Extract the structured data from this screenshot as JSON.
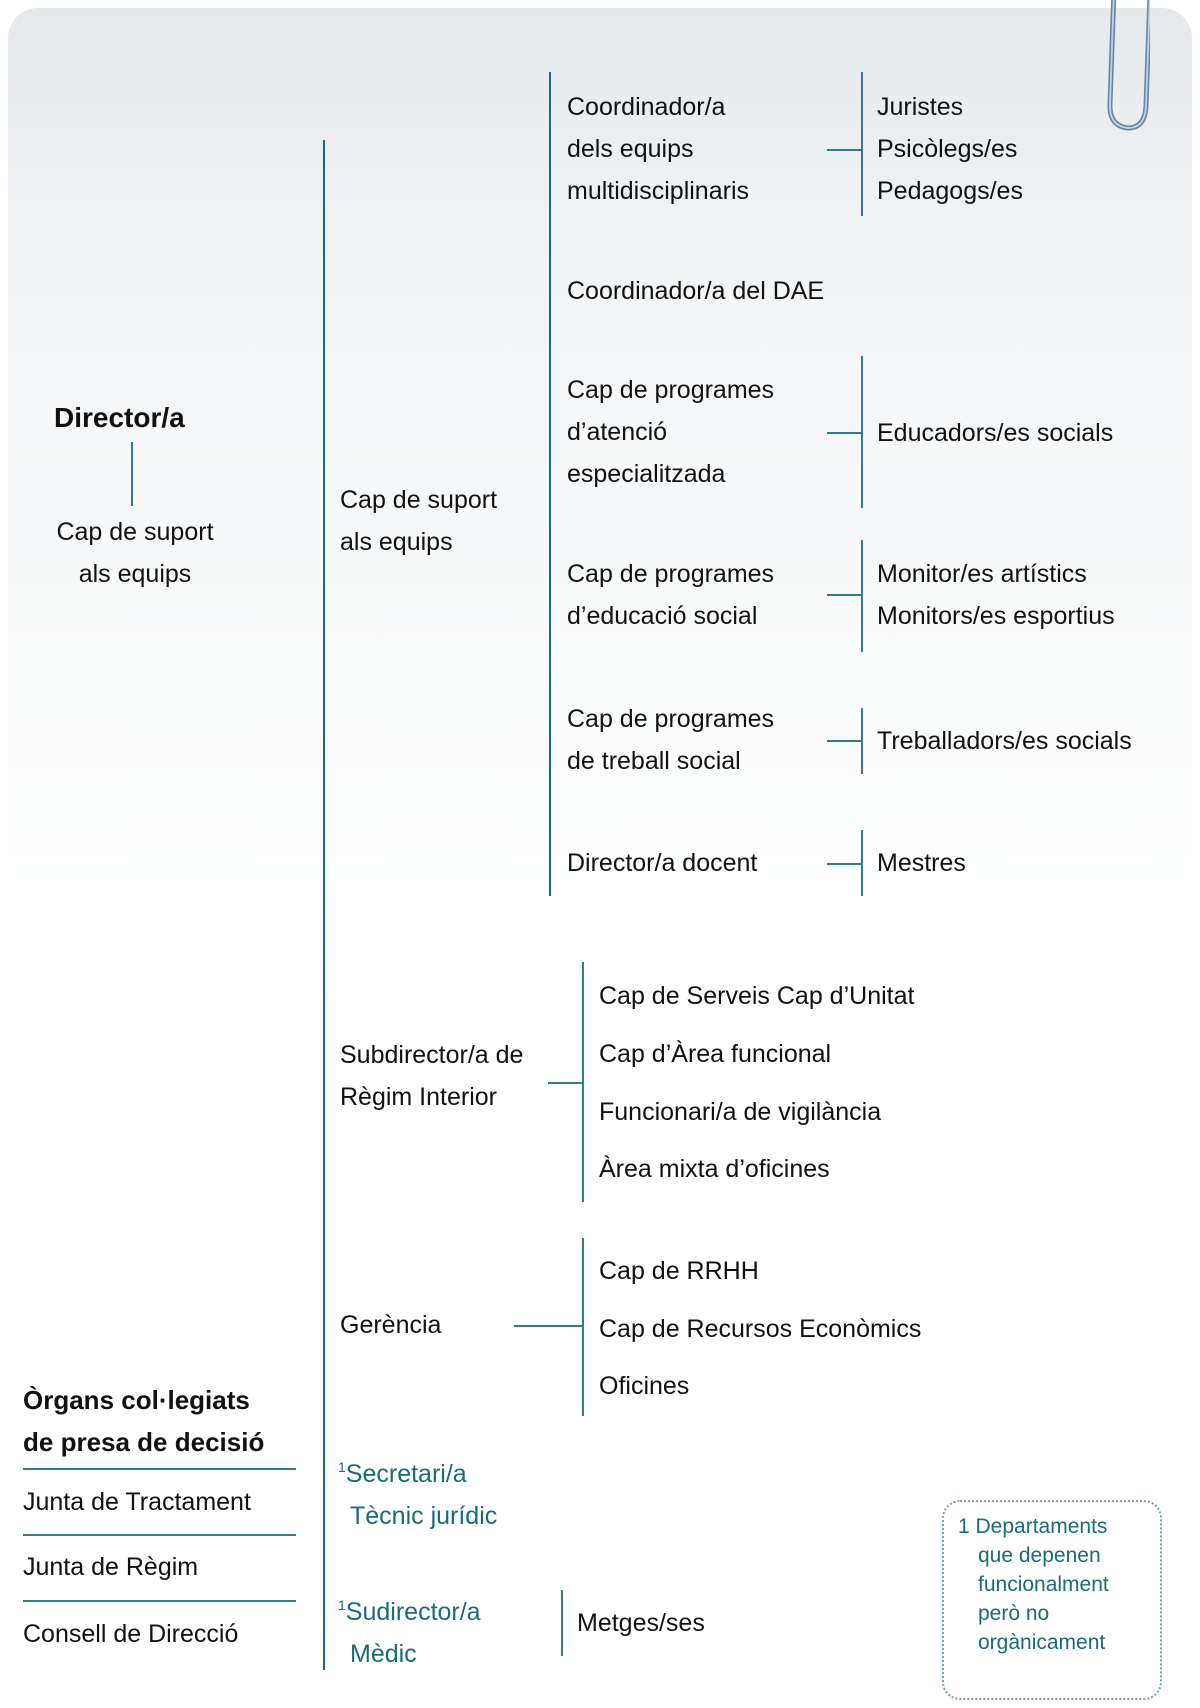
{
  "director": {
    "title": "Director/a",
    "sub": [
      "Cap de suport",
      "als equips"
    ]
  },
  "middle": {
    "cap_suport": [
      "Cap de suport",
      "als equips"
    ],
    "subdirector": [
      "Subdirector/a de",
      "Règim Interior"
    ],
    "gerencia": "Gerència"
  },
  "right_top": {
    "coord_multi": [
      "Coordinador/a",
      "dels equips",
      "multidisciplinaris"
    ],
    "coord_multi_staff": [
      "Juristes",
      "Psicòlegs/es",
      "Pedagogs/es"
    ],
    "coord_dae": "Coordinador/a del DAE",
    "cap_atencio": [
      "Cap de programes",
      "d’atenció",
      "especialitzada"
    ],
    "cap_atencio_staff": "Educadors/es socials",
    "cap_educacio": [
      "Cap de programes",
      "d’educació social"
    ],
    "cap_educacio_staff": [
      "Monitor/es artístics",
      "Monitors/es esportius"
    ],
    "cap_treball": [
      "Cap de programes",
      "de treball social"
    ],
    "cap_treball_staff": "Treballadors/es socials",
    "director_docent": "Director/a docent",
    "director_docent_staff": "Mestres"
  },
  "regim_interior": [
    "Cap de Serveis Cap d’Unitat",
    "Cap d’Àrea funcional",
    "Funcionari/a de vigilància",
    "Àrea mixta d’oficines"
  ],
  "gerencia_items": [
    "Cap de RRHH",
    "Cap de Recursos Econòmics",
    "Oficines"
  ],
  "organs": {
    "title": [
      "Òrgans col·legiats",
      "de presa de decisió"
    ],
    "items": [
      "Junta de Tractament",
      "Junta de Règim",
      "Consell de Direcció"
    ]
  },
  "secretari": {
    "sup": "1",
    "lines": [
      "Secretari/a",
      "Tècnic jurídic"
    ]
  },
  "sudirector_medic": {
    "sup": "1",
    "lines": [
      "Sudirector/a",
      "Mèdic"
    ],
    "staff": "Metges/ses"
  },
  "footnote": [
    "1 Departaments",
    "que depenen",
    "funcionalment",
    "però no",
    "orgànicament"
  ]
}
